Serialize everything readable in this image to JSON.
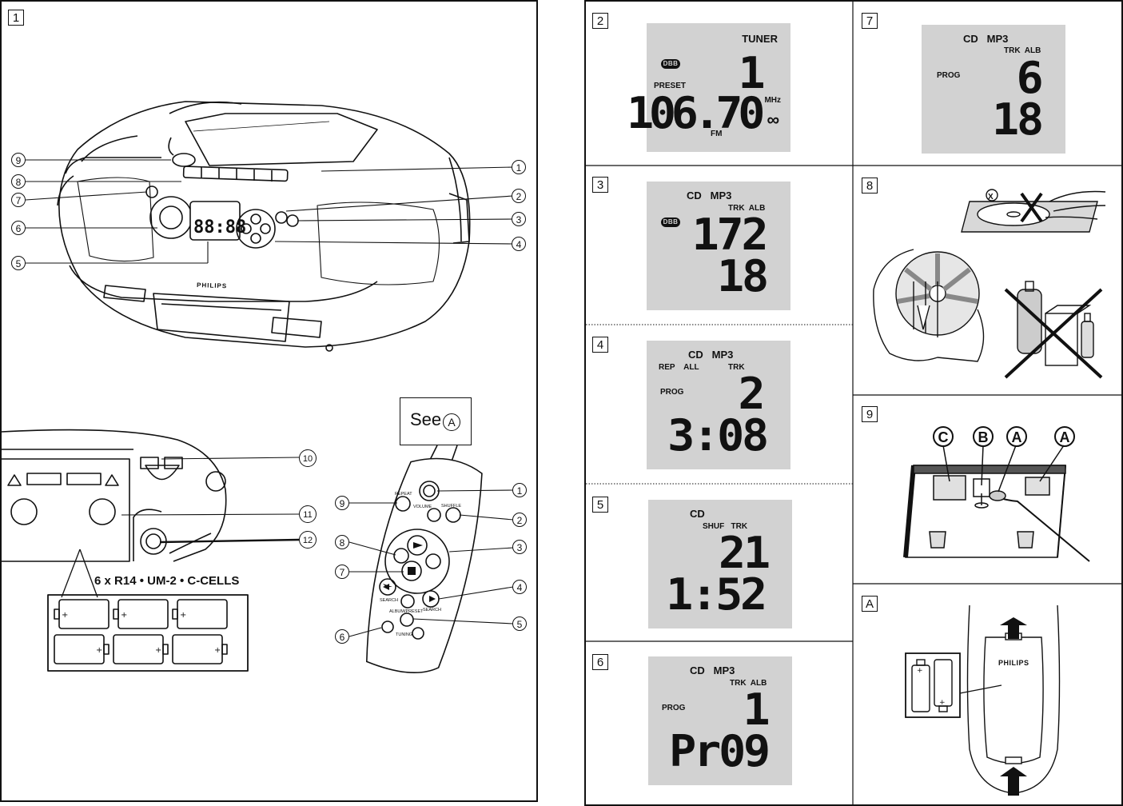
{
  "left_page": {
    "figure_1": {
      "label": "1",
      "unit_callouts_left": [
        "9",
        "8",
        "7",
        "6",
        "5"
      ],
      "unit_callouts_right": [
        "1",
        "2",
        "3",
        "4"
      ],
      "brand": "PHILIPS",
      "display_digits": "88:88",
      "bottom_callouts": [
        "10",
        "11",
        "12"
      ],
      "battery_caption": "6 x R14 • UM-2 • C-CELLS",
      "see_box": {
        "text": "See",
        "ref": "A"
      },
      "remote_callouts_left": [
        "9",
        "8",
        "7",
        "6"
      ],
      "remote_callouts_right": [
        "1",
        "2",
        "3",
        "4",
        "5"
      ],
      "remote_labels": {
        "repeat": "REPEAT",
        "shuffle": "SHUFFLE",
        "volume": "VOLUME",
        "search_left": "SEARCH",
        "search_right": "SEARCH",
        "album_preset": "ALBUM/PRESET",
        "tuning": "TUNING"
      }
    }
  },
  "right_page": {
    "panels": [
      {
        "label": "2",
        "lines": {
          "mode": "TUNER",
          "dbb": "DBB",
          "preset": "PRESET",
          "preset_num": "1",
          "freq": "106.70",
          "unit": "MHz",
          "stereo": "∞",
          "band": "FM"
        }
      },
      {
        "label": "3",
        "lines": {
          "mode": "CD   MP3",
          "sub": "TRK  ALB",
          "dbb": "DBB",
          "row1": "172",
          "row2": "18"
        }
      },
      {
        "label": "4",
        "lines": {
          "mode": "CD   MP3",
          "rep": "REP    ALL",
          "trk": "TRK",
          "prog": "PROG",
          "row1": "2",
          "row2": "3:08"
        }
      },
      {
        "label": "5",
        "lines": {
          "mode": "CD",
          "sub": "SHUF   TRK",
          "row1": "21",
          "row2": "1:52"
        }
      },
      {
        "label": "6",
        "lines": {
          "mode": "CD   MP3",
          "sub": "TRK  ALB",
          "prog": "PROG",
          "row1": "1",
          "row2": "Pr09"
        }
      },
      {
        "label": "7",
        "lines": {
          "mode": "CD   MP3",
          "sub": "TRK  ALB",
          "prog": "PROG",
          "row1": "6",
          "row2": "18"
        }
      },
      {
        "label": "8",
        "x_mark": "X"
      },
      {
        "label": "9",
        "letters": [
          "C",
          "B",
          "A",
          "A"
        ]
      },
      {
        "label": "A",
        "brand": "PHILIPS"
      }
    ]
  }
}
